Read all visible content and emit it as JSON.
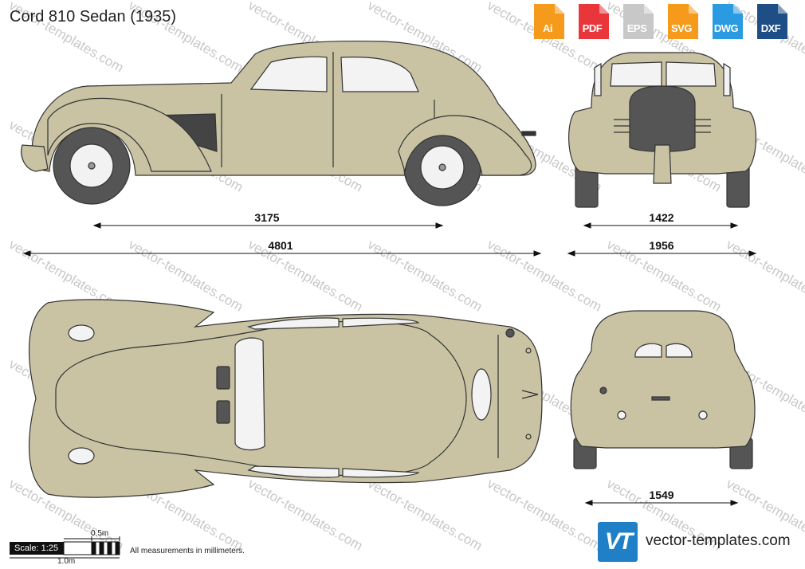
{
  "title": "Cord 810 Sedan (1935)",
  "formats": [
    {
      "label": "Ai",
      "color": "#f59a1b",
      "icon": "ai-file-icon"
    },
    {
      "label": "PDF",
      "color": "#e8363b",
      "icon": "pdf-file-icon"
    },
    {
      "label": "EPS",
      "color": "#c8c8c8",
      "icon": "eps-file-icon"
    },
    {
      "label": "SVG",
      "color": "#f59a1b",
      "icon": "svg-file-icon"
    },
    {
      "label": "DWG",
      "color": "#2a9be0",
      "icon": "dwg-file-icon"
    },
    {
      "label": "DXF",
      "color": "#1d4f86",
      "icon": "dxf-file-icon"
    }
  ],
  "dimensions": {
    "wheelbase": "3175",
    "length": "4801",
    "front_track": "1422",
    "width": "1956",
    "rear_track": "1549"
  },
  "watermark": "vector-templates.com",
  "scale": {
    "label": "Scale: 1:25",
    "half": "0.5m",
    "full": "1.0m",
    "note": "All measurements in millimeters."
  },
  "brand": {
    "logo_text": "VT",
    "logo_color": "#1f80c8",
    "site": "vector-templates.com"
  },
  "colors": {
    "body": "#c9c3a4",
    "outline": "#333333",
    "tire": "#555555"
  }
}
